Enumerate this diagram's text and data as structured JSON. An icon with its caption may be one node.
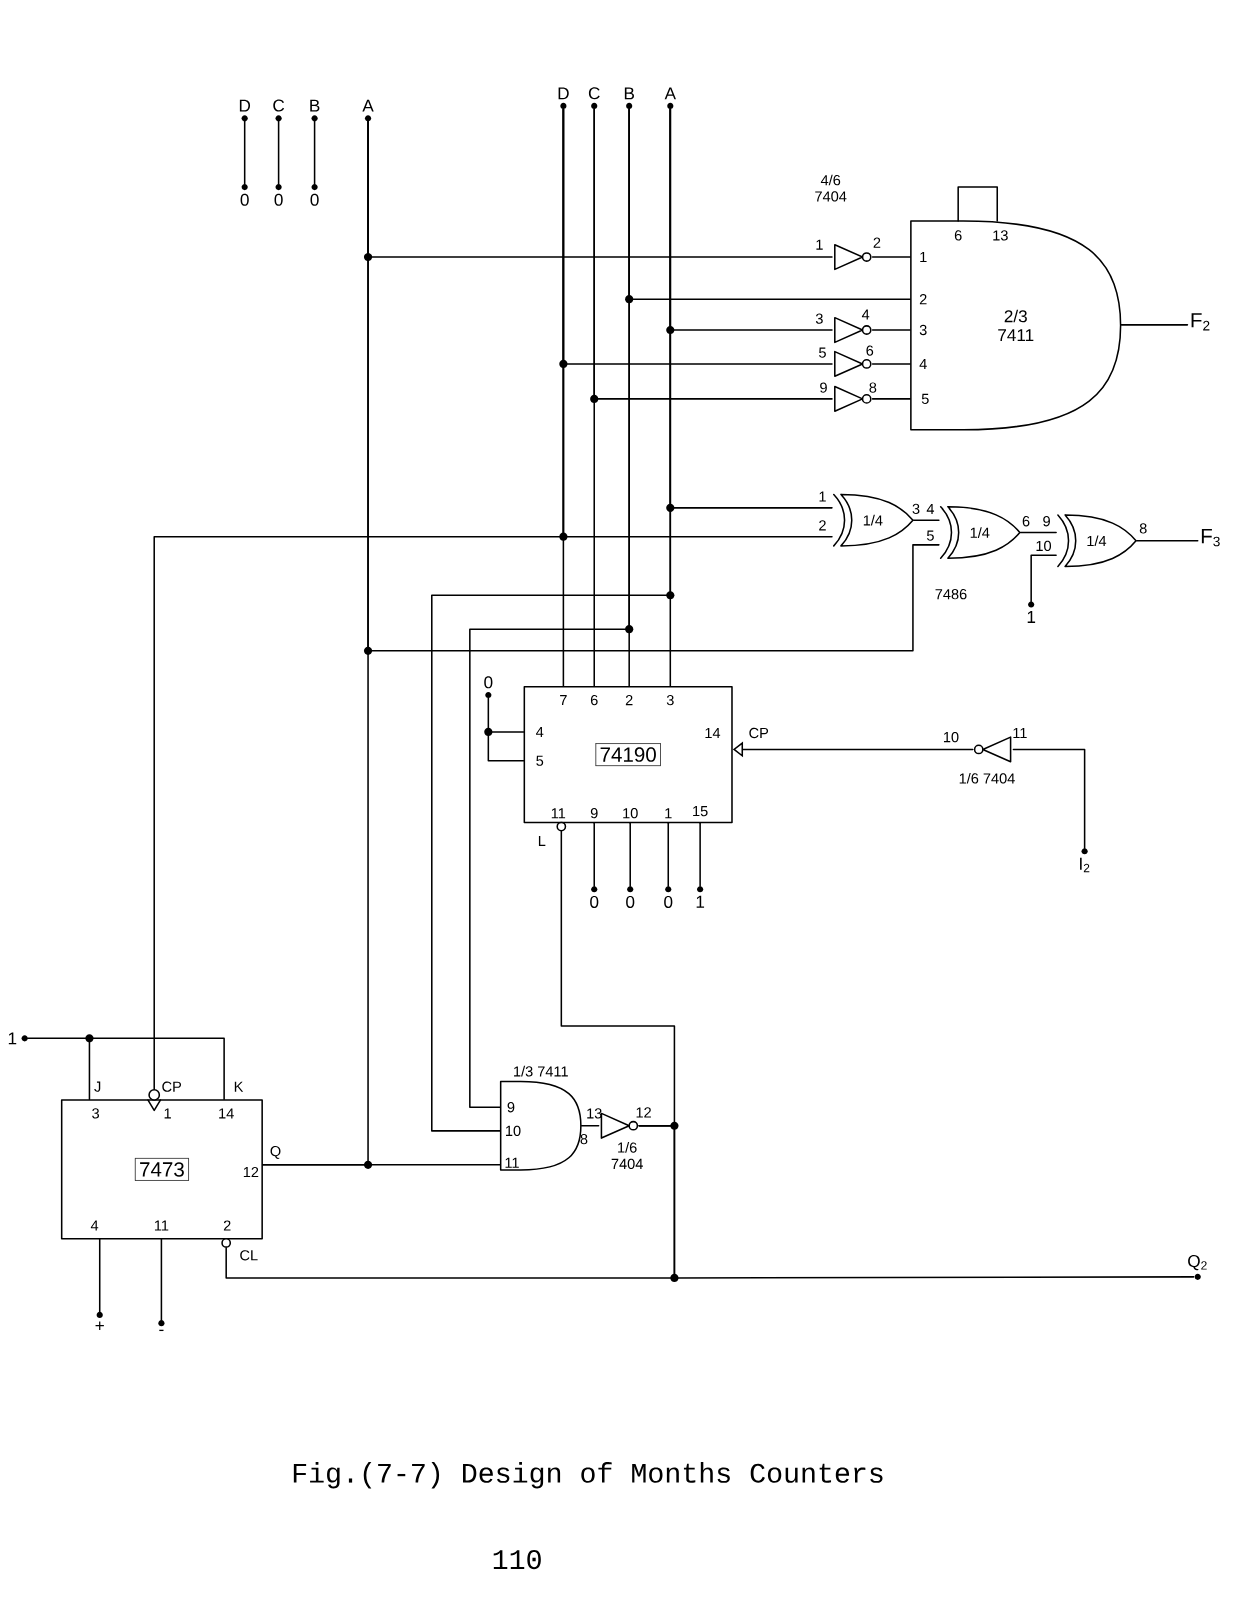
{
  "diagram": {
    "caption": "Fig.(7-7) Design of Months Counters",
    "nodes": [
      {
        "text": [
          "D"
        ]
      },
      {
        "text": [
          "C"
        ]
      },
      {
        "text": [
          "B"
        ]
      },
      {
        "text": [
          "A"
        ]
      },
      {
        "text": [
          "D"
        ]
      },
      {
        "text": [
          "C"
        ]
      },
      {
        "text": [
          "B"
        ]
      },
      {
        "text": [
          "A"
        ]
      },
      {
        "text": [
          "0"
        ]
      },
      {
        "text": [
          "0"
        ]
      },
      {
        "text": [
          "0"
        ]
      },
      {
        "text": [],
        "shape": "triangle",
        "beside": [
          "1",
          "2"
        ]
      },
      {
        "text": [],
        "shape": "triangle",
        "beside": [
          "3",
          "4"
        ]
      },
      {
        "text": [],
        "shape": "triangle",
        "beside": [
          "5",
          "6"
        ]
      },
      {
        "text": [],
        "shape": "triangle",
        "beside": [
          "9",
          "8"
        ]
      },
      {
        "text": [
          "2/3 7411",
          "6",
          "13",
          "1",
          "2",
          "3",
          "4",
          "5"
        ]
      },
      {
        "text": [
          "F$_{2}$"
        ]
      },
      {
        "text": [
          "1/4"
        ],
        "beside": [
          "1",
          "2",
          "3"
        ]
      },
      {
        "text": [
          "1/4"
        ],
        "beside": [
          "4",
          "5",
          "6"
        ]
      },
      {
        "text": [
          "1/4"
        ],
        "beside": [
          "9",
          "10",
          "8"
        ]
      },
      {
        "text": [
          "F$_{3}$"
        ]
      },
      {
        "text": [
          "1"
        ]
      },
      {
        "text": [
          "0"
        ]
      },
      {
        "text": [
          "74190",
          "7",
          "6",
          "2",
          "3",
          "4",
          "5",
          "14",
          "11",
          "9",
          "10",
          "1",
          "15"
        ],
        "beside": [
          "CP",
          "L"
        ]
      },
      {
        "text": [],
        "shape": "triangle",
        "beside": [
          "10",
          "11",
          "1/6 7404"
        ]
      },
      {
        "text": [
          "I$_{2}$"
        ]
      },
      {
        "text": [
          "0"
        ]
      },
      {
        "text": [
          "0"
        ]
      },
      {
        "text": [
          "0"
        ]
      },
      {
        "text": [
          "1"
        ]
      },
      {
        "text": [
          "1"
        ]
      },
      {
        "text": [
          "7473",
          "3",
          "1",
          "14",
          "12",
          "4",
          "11",
          "2"
        ],
        "beside": [
          "J",
          "CP",
          "K",
          "Q",
          "CL"
        ]
      },
      {
        "text": [
          "1/3 7411",
          "9",
          "10",
          "11"
        ],
        "beside": [
          "8"
        ]
      },
      {
        "text": [],
        "shape": "triangle",
        "beside": [
          "13",
          "12",
          "1/6 7404"
        ]
      },
      {
        "text": [
          "Q$_{2}$"
        ]
      },
      {
        "text": [
          "+"
        ]
      },
      {
        "text": [
          "-"
        ]
      }
    ],
    "edges": [
      {
        "from": 0,
        "to": 8,
        "arrow": "none"
      },
      {
        "from": 1,
        "to": 9,
        "arrow": "none"
      },
      {
        "from": 2,
        "to": 10,
        "arrow": "none"
      },
      {
        "from": 3,
        "to": 11,
        "arrow": "none"
      },
      {
        "from": 3,
        "to": 18,
        "arrow": "none"
      },
      {
        "from": 31,
        "to": 3,
        "arrow": "none"
      },
      {
        "from": 31,
        "to": 32,
        "arrow": "none"
      },
      {
        "from": 4,
        "to": 23,
        "arrow": "none"
      },
      {
        "from": 4,
        "to": 13,
        "arrow": "none"
      },
      {
        "from": 4,
        "to": 17,
        "arrow": "none"
      },
      {
        "from": 4,
        "to": 31,
        "arrow": "none"
      },
      {
        "from": 5,
        "to": 23,
        "arrow": "none"
      },
      {
        "from": 5,
        "to": 14,
        "arrow": "none"
      },
      {
        "from": 6,
        "to": 23,
        "arrow": "none"
      },
      {
        "from": 6,
        "to": 15,
        "arrow": "none"
      },
      {
        "from": 6,
        "to": 32,
        "arrow": "none"
      },
      {
        "from": 7,
        "to": 23,
        "arrow": "none"
      },
      {
        "from": 7,
        "to": 12,
        "arrow": "none"
      },
      {
        "from": 7,
        "to": 17,
        "arrow": "none"
      },
      {
        "from": 7,
        "to": 32,
        "arrow": "none"
      },
      {
        "from": 11,
        "to": 15,
        "arrow": "none"
      },
      {
        "from": 12,
        "to": 15,
        "arrow": "none"
      },
      {
        "from": 13,
        "to": 15,
        "arrow": "none"
      },
      {
        "from": 14,
        "to": 15,
        "arrow": "none"
      },
      {
        "from": 15,
        "to": 16,
        "arrow": "none"
      },
      {
        "from": 17,
        "to": 18,
        "arrow": "none"
      },
      {
        "from": 18,
        "to": 19,
        "arrow": "none"
      },
      {
        "from": 21,
        "to": 19,
        "arrow": "none"
      },
      {
        "from": 19,
        "to": 20,
        "arrow": "none"
      },
      {
        "from": 22,
        "to": 23,
        "arrow": "none"
      },
      {
        "from": 24,
        "to": 23,
        "arrow": "to"
      },
      {
        "from": 25,
        "to": 24,
        "arrow": "none"
      },
      {
        "from": 23,
        "to": 26,
        "arrow": "none"
      },
      {
        "from": 23,
        "to": 27,
        "arrow": "none"
      },
      {
        "from": 23,
        "to": 28,
        "arrow": "none"
      },
      {
        "from": 23,
        "to": 29,
        "arrow": "none"
      },
      {
        "from": 30,
        "to": 31,
        "arrow": "none"
      },
      {
        "from": 32,
        "to": 33,
        "arrow": "none"
      },
      {
        "from": 33,
        "to": 23,
        "arrow": "none"
      },
      {
        "from": 33,
        "to": 31,
        "arrow": "none"
      },
      {
        "from": 33,
        "to": 34,
        "arrow": "none"
      },
      {
        "from": 31,
        "to": 35,
        "arrow": "none"
      },
      {
        "from": 31,
        "to": 36,
        "arrow": "none"
      }
    ],
    "labels": [
      "4/6 7404",
      "7486",
      "110"
    ]
  }
}
